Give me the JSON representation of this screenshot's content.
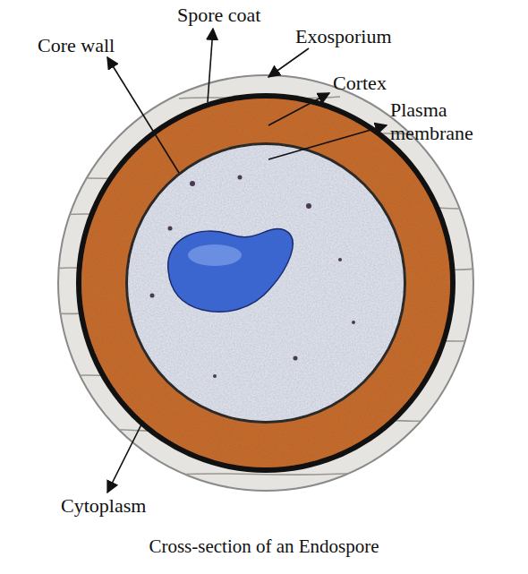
{
  "diagram": {
    "caption": "Cross-section of an Endospore",
    "labels": [
      "Spore coat",
      "Core wall",
      "Exosporium",
      "Cortex",
      "Plasma membrane",
      "Cytoplasm"
    ]
  }
}
